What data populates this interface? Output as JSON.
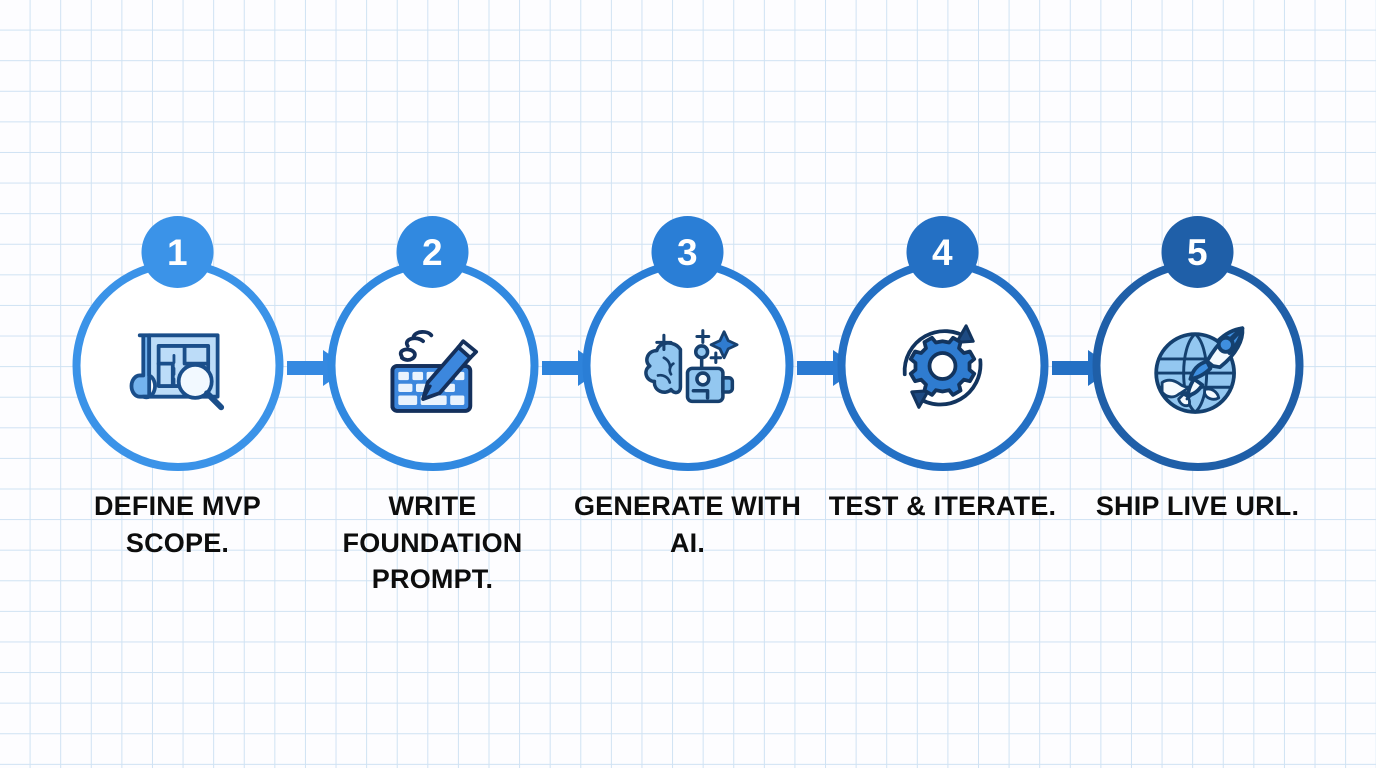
{
  "page": {
    "title": "Five Step Build Process Infographic",
    "background_color": "#fdfdff",
    "grid_line_color": "#cfe2f3",
    "label_text_color": "#0d0d0d"
  },
  "steps": [
    {
      "number": "1",
      "label": "DEFINE MVP SCOPE.",
      "icon": "blueprint-magnifier-icon",
      "ring_color": "#3b93e8",
      "badge_color": "#3b93e8",
      "icon_fill": "#a9d1f5",
      "icon_stroke": "#1a4e8a"
    },
    {
      "number": "2",
      "label": "WRITE FOUNDATION PROMPT.",
      "icon": "keyboard-pencil-icon",
      "ring_color": "#3189e0",
      "badge_color": "#3189e0",
      "icon_fill": "#3c87dd",
      "icon_stroke": "#14305c"
    },
    {
      "number": "3",
      "label": "GENERATE WITH AI.",
      "icon": "brain-robot-sparkle-icon",
      "ring_color": "#2a7ed6",
      "badge_color": "#2a7ed6",
      "icon_fill": "#93c7f0",
      "icon_stroke": "#17406e"
    },
    {
      "number": "4",
      "label": "TEST & ITERATE.",
      "icon": "gear-refresh-icon",
      "ring_color": "#2470c4",
      "badge_color": "#2470c4",
      "icon_fill": "#2f7cd0",
      "icon_stroke": "#12345e"
    },
    {
      "number": "5",
      "label": "SHIP LIVE URL.",
      "icon": "globe-rocket-icon",
      "ring_color": "#1f5fa8",
      "badge_color": "#1f5fa8",
      "icon_fill": "#93c7f0",
      "icon_stroke": "#14406f"
    }
  ],
  "arrows": [
    {
      "name": "arrow-1-to-2",
      "color": "#3589e1"
    },
    {
      "name": "arrow-2-to-3",
      "color": "#2e83db"
    },
    {
      "name": "arrow-3-to-4",
      "color": "#2a7ad2"
    },
    {
      "name": "arrow-4-to-5",
      "color": "#2470c4"
    }
  ]
}
